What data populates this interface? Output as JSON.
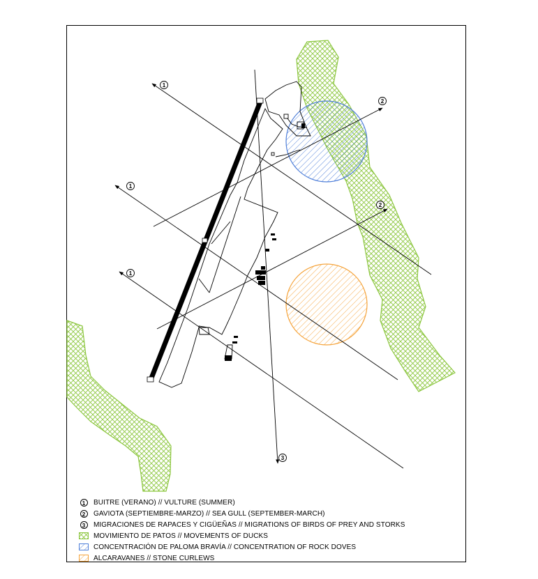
{
  "route_markers": [
    "1",
    "2",
    "3"
  ],
  "legend": [
    {
      "marker": "1",
      "text": "BUITRE (VERANO) // VULTURE (SUMMER)"
    },
    {
      "marker": "2",
      "text": "GAVIOTA (SEPTIEMBRE-MARZO) // SEA GULL (SEPTEMBER-MARCH)"
    },
    {
      "marker": "3",
      "text": "MIGRACIONES DE RAPACES Y CIGÜEÑAS // MIGRATIONS OF BIRDS OF PREY AND STORKS"
    },
    {
      "swatch": "green-crosshatch",
      "text": "MOVIMIENTO DE PATOS // MOVEMENTS OF DUCKS"
    },
    {
      "swatch": "blue-hatch",
      "text": "CONCENTRACIÓN DE PALOMA BRAVÍA // CONCENTRATION OF ROCK DOVES"
    },
    {
      "swatch": "orange-hatch",
      "text": "ALCARAVANES // STONE CURLEWS"
    }
  ],
  "colors": {
    "ducks": "#8cc63f",
    "doves": "#4f7fd9",
    "curlews": "#f5a33a",
    "lines": "#000000"
  }
}
